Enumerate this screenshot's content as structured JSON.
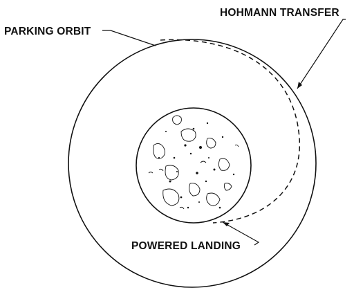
{
  "labels": {
    "parking_orbit": "PARKING ORBIT",
    "hohmann_transfer": "HOHMANN TRANSFER",
    "powered_landing": "POWERED LANDING"
  },
  "colors": {
    "ink": "#111111",
    "background": "#ffffff"
  },
  "icons": {
    "moon": "moon-surface-icon"
  }
}
